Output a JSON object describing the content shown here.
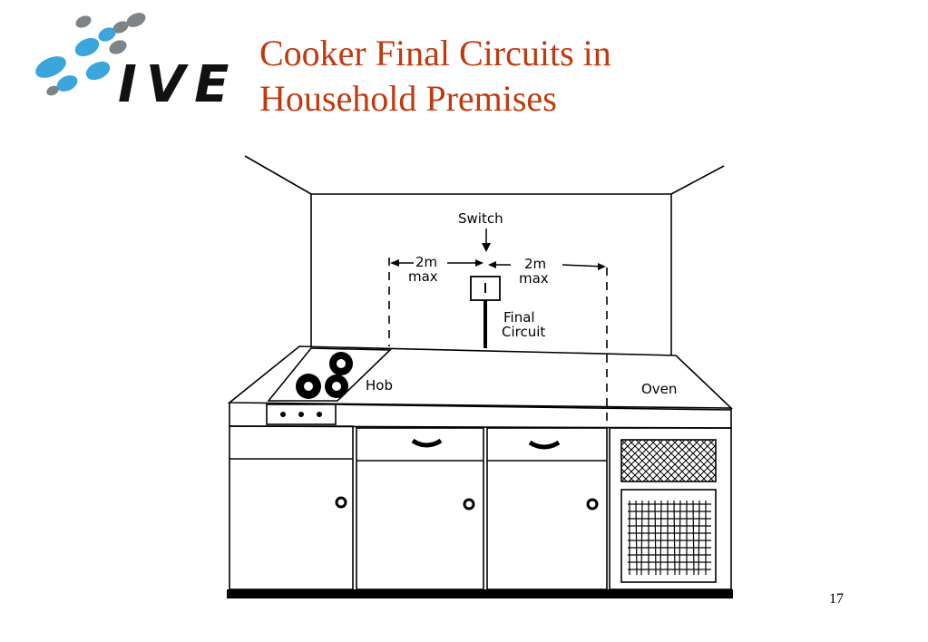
{
  "logo": {
    "text": "IVE",
    "dot_colors": [
      "#3aa6dc",
      "#7d8387"
    ]
  },
  "title": {
    "line1": "Cooker Final Circuits in",
    "line2": "Household Premises",
    "color": "#c0390f"
  },
  "diagram": {
    "switch_label": "Switch",
    "left_distance": "2m",
    "left_max": "max",
    "right_distance": "2m",
    "right_max": "max",
    "final_label": "Final",
    "circuit_label": "Circuit",
    "hob_label": "Hob",
    "oven_label": "Oven"
  },
  "page_number": "17"
}
